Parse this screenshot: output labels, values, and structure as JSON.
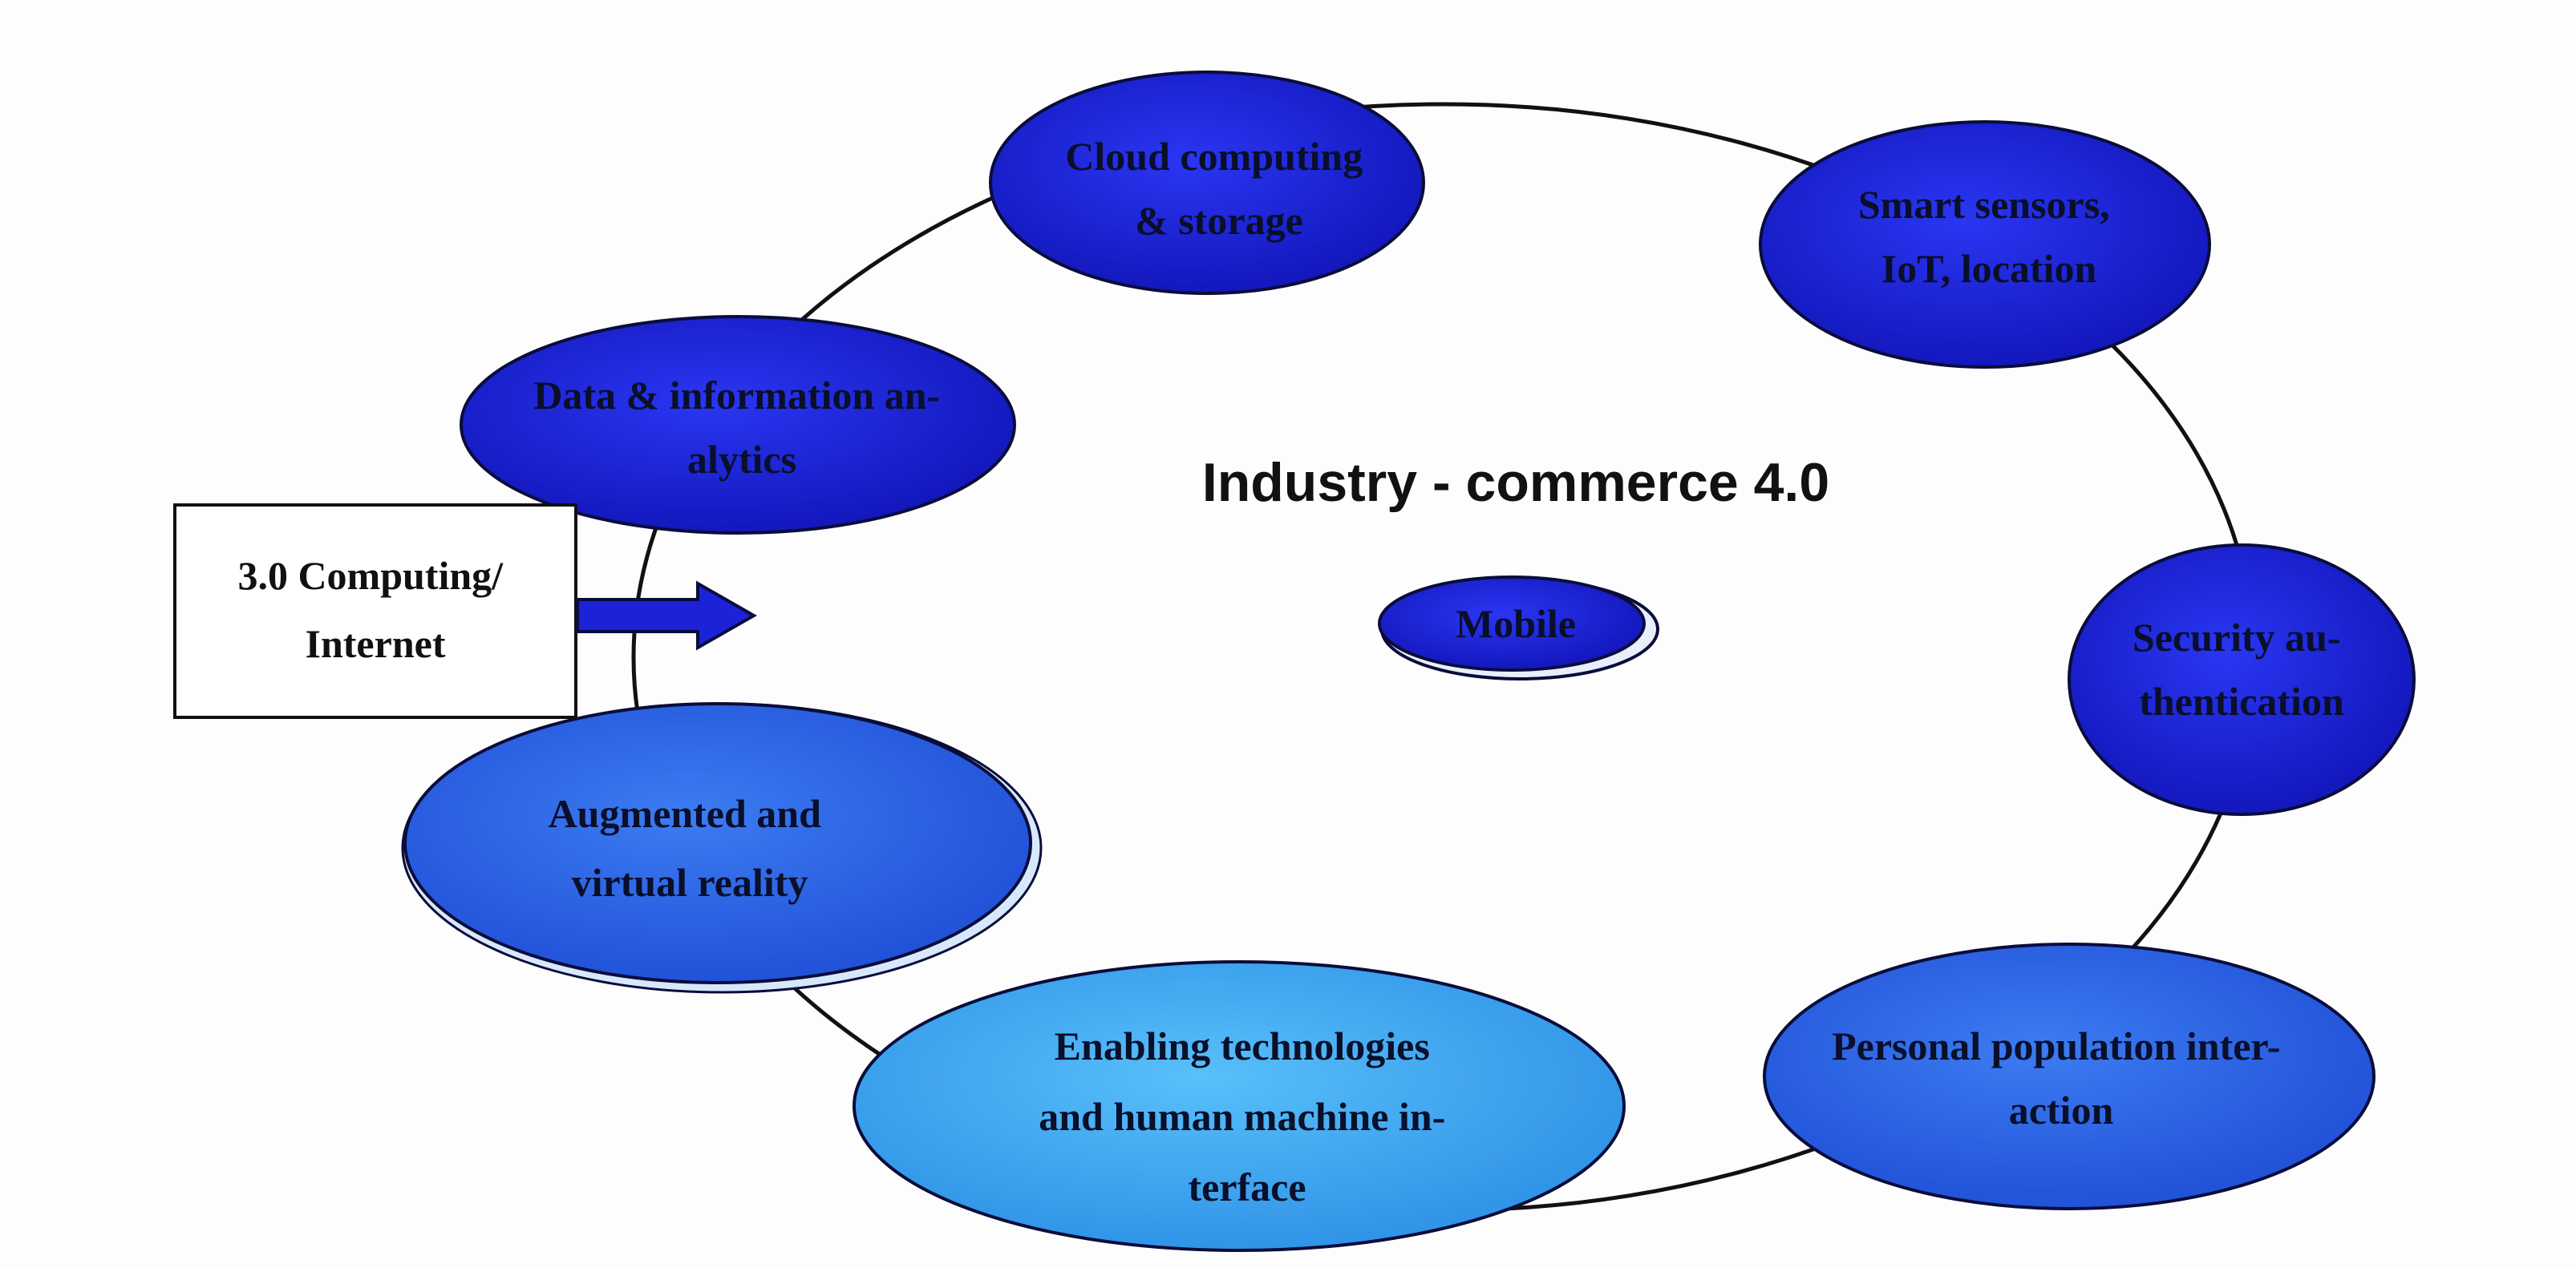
{
  "title": "Industry - commerce 4.0",
  "center_node": "Mobile",
  "source_box": {
    "lines": [
      "3.0 Computing/",
      "Internet"
    ]
  },
  "nodes": [
    {
      "id": "cloud",
      "lines": [
        "Cloud computing",
        "& storage"
      ]
    },
    {
      "id": "sensors",
      "lines": [
        "Smart sensors,",
        "IoT, location"
      ]
    },
    {
      "id": "security",
      "lines": [
        "Security au-",
        "thentication"
      ]
    },
    {
      "id": "personal",
      "lines": [
        "Personal population inter-",
        "action"
      ]
    },
    {
      "id": "enabling",
      "lines": [
        "Enabling technologies",
        "and human machine in-",
        "terface"
      ]
    },
    {
      "id": "ar-vr",
      "lines": [
        "Augmented and",
        "virtual reality"
      ]
    },
    {
      "id": "analytics",
      "lines": [
        "Data & information an-",
        "alytics"
      ]
    }
  ],
  "colors": {
    "dark_node": "#1a1fd0",
    "mid_node": "#2a5fe8",
    "light_node": "#35a4f0",
    "outline": "#0a0d3a",
    "ring": "#111111",
    "arrow": "#1c22d8"
  }
}
